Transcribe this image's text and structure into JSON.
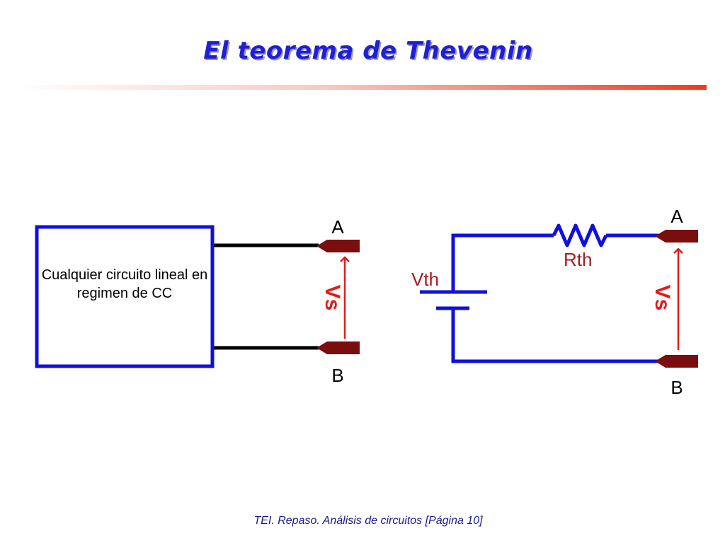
{
  "slide": {
    "title": "El teorema de Thevenin",
    "footer": "TEI. Repaso. Análisis de circuitos [Página 10]"
  },
  "left_circuit": {
    "box_label": "Cualquier circuito lineal en regimen de CC",
    "terminal_a": "A",
    "terminal_b": "B",
    "voltage_label": "Vs"
  },
  "right_circuit": {
    "source_label": "Vth",
    "resistor_label": "Rth",
    "terminal_a": "A",
    "terminal_b": "B",
    "voltage_label": "Vs"
  },
  "colors": {
    "title": "#1f1fd6",
    "wire_blue": "#1010dd",
    "wire_black": "#000000",
    "terminal": "#7a0e0e",
    "arrow": "#e11b1b",
    "component_label": "#a51c1c",
    "rule_end": "#ee3a22"
  }
}
